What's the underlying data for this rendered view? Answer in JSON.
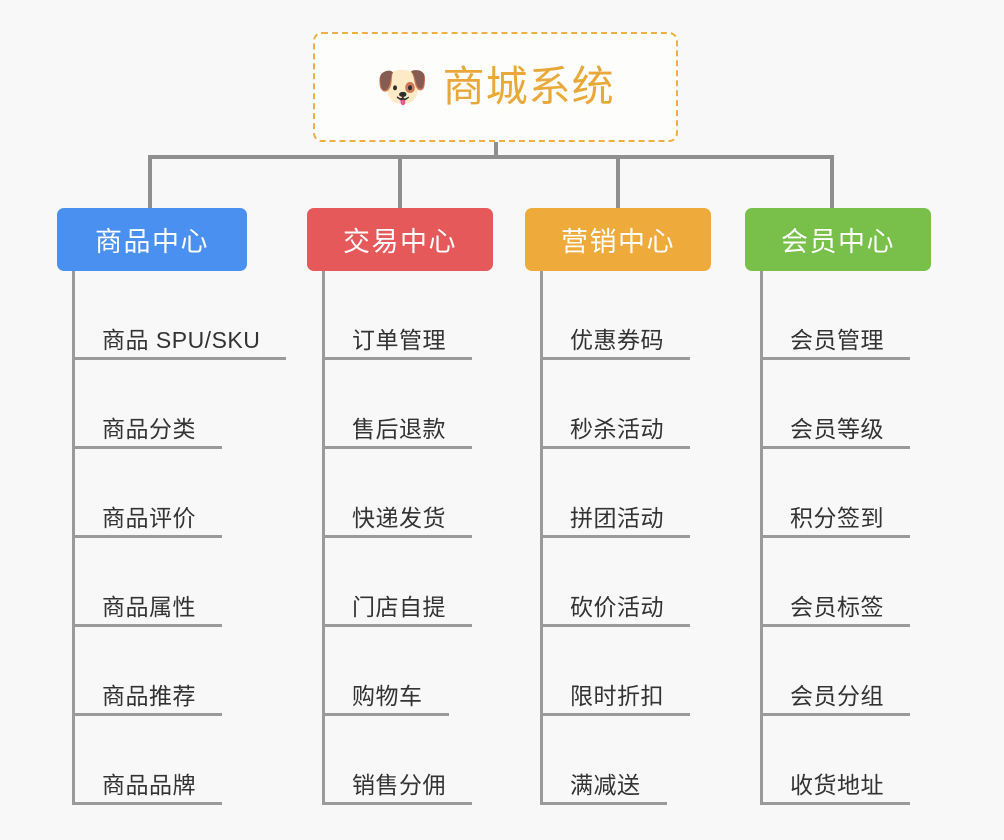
{
  "canvas": {
    "background_color": "#f8f8f8",
    "line_color": "#9a9a9a"
  },
  "root": {
    "icon": "dog-face-emoji",
    "emoji": "🐶",
    "title": "商城系统",
    "title_color": "#e9a93a",
    "border_color": "#eeb042",
    "border_style": "dashed"
  },
  "columns": [
    {
      "title": "商品中心",
      "color": "#4a90f0",
      "items": [
        "商品 SPU/SKU",
        "商品分类",
        "商品评价",
        "商品属性",
        "商品推荐",
        "商品品牌"
      ]
    },
    {
      "title": "交易中心",
      "color": "#e5595b",
      "items": [
        "订单管理",
        "售后退款",
        "快递发货",
        "门店自提",
        "购物车",
        "销售分佣"
      ]
    },
    {
      "title": "营销中心",
      "color": "#eeab3c",
      "items": [
        "优惠券码",
        "秒杀活动",
        "拼团活动",
        "砍价活动",
        "限时折扣",
        "满减送"
      ]
    },
    {
      "title": "会员中心",
      "color": "#78c04a",
      "items": [
        "会员管理",
        "会员等级",
        "积分签到",
        "会员标签",
        "会员分组",
        "收货地址"
      ]
    }
  ]
}
